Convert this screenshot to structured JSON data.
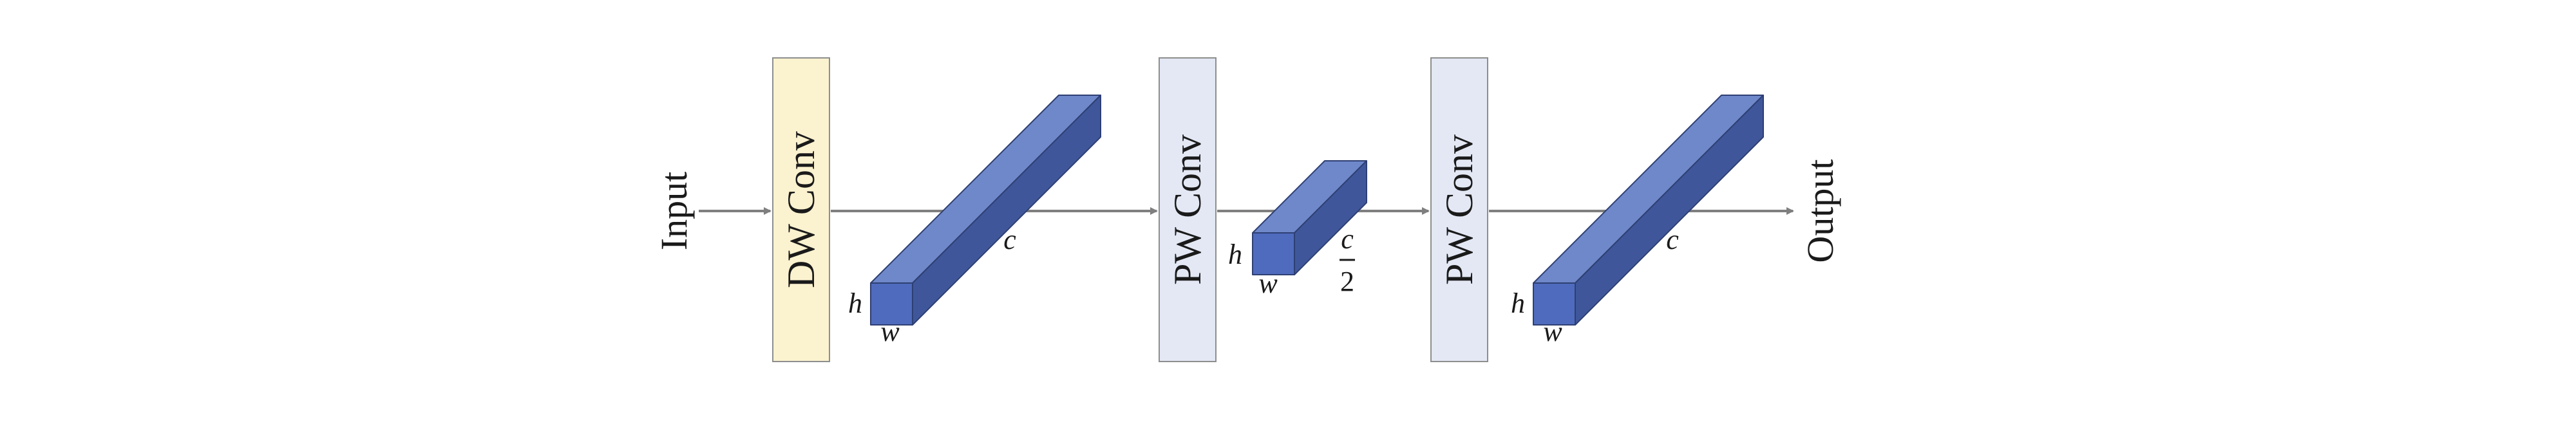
{
  "labels": {
    "input": "Input",
    "output": "Output"
  },
  "blocks": [
    {
      "label": "DW Conv",
      "fill": "#fbf2cf",
      "stroke": "#8e8e8e"
    },
    {
      "label": "PW Conv",
      "fill": "#e3e8f4",
      "stroke": "#8e8e8e"
    },
    {
      "label": "PW Conv",
      "fill": "#e3e8f4",
      "stroke": "#8e8e8e"
    }
  ],
  "tensors": [
    {
      "h": "h",
      "w": "w",
      "c": "c"
    },
    {
      "h": "h",
      "w": "w",
      "c_num": "c",
      "c_den": "2"
    },
    {
      "h": "h",
      "w": "w",
      "c": "c"
    }
  ],
  "colors": {
    "cube_front": "#4f6bbd",
    "cube_top": "#6f88ca",
    "cube_side": "#3f579a",
    "cube_edge": "#2e3f73",
    "arrow": "#7f7f7f"
  }
}
